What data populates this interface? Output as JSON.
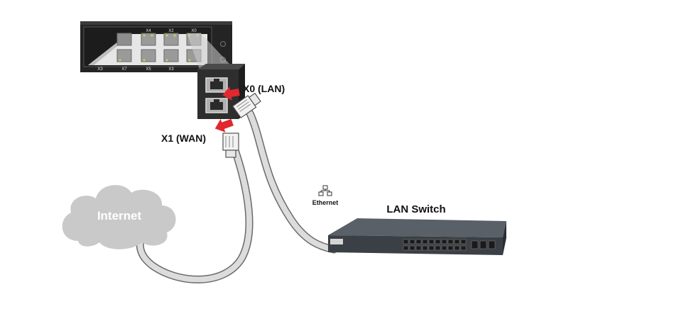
{
  "labels": {
    "x0_lan": "X0 (LAN)",
    "x1_wan": "X1 (WAN)",
    "internet": "Internet",
    "ethernet": "Ethernet",
    "lan_switch": "LAN Switch"
  },
  "firewall_ports": {
    "top_row": [
      "X4",
      "X2",
      "X0"
    ],
    "bottom_row": [
      "X3",
      "X7",
      "X5",
      "X3"
    ]
  },
  "colors": {
    "arrow": "#e0282e",
    "cable": "#d8d8d8",
    "cloud": "#c9c9c9",
    "firewall_body": "#2a2a2a",
    "switch_body": "#3b4046",
    "led": "#c8d24a"
  },
  "icons": [
    "ethernet-icon",
    "red-arrow-icon",
    "rj45-plug-icon",
    "cloud-icon"
  ]
}
